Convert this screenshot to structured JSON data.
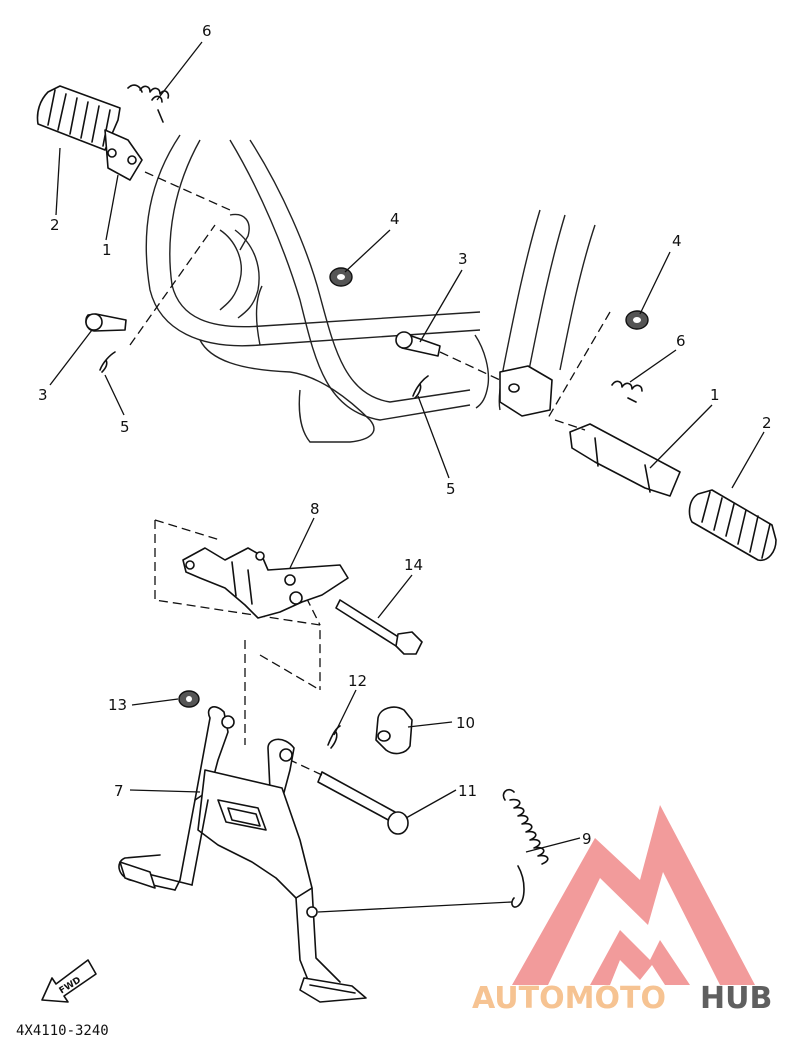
{
  "diagram": {
    "part_code": "4X4110-3240",
    "direction_label": "FWD",
    "callouts": [
      "1",
      "2",
      "3",
      "4",
      "5",
      "6",
      "7",
      "8",
      "9",
      "10",
      "11",
      "12",
      "13",
      "14"
    ]
  },
  "watermark": {
    "text_primary": "AUTOMOTO",
    "text_secondary": "HUB",
    "color_primary": "#f5b97f",
    "color_secondary": "#444444",
    "logo_color": "#f08a8a"
  }
}
